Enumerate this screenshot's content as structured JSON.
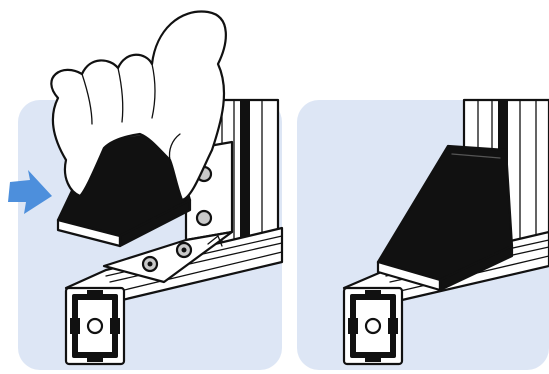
{
  "figure": {
    "steps": [
      {
        "scene": "left-step-insert-cover",
        "parts": [
          "aluminium-profile",
          "angle-bracket",
          "black-cover-cap",
          "gloved-hand",
          "push-arrow"
        ]
      },
      {
        "scene": "right-step-cover-installed",
        "parts": [
          "aluminium-profile",
          "black-cover-cap"
        ]
      }
    ],
    "colors": {
      "panel_background": "#dde6f5",
      "cover_cap": "#111111",
      "profile": "#ffffff",
      "outline": "#111111",
      "arrow": "#4d8fdc"
    },
    "icons": [
      "arrow-right-icon",
      "hand-icon"
    ]
  }
}
